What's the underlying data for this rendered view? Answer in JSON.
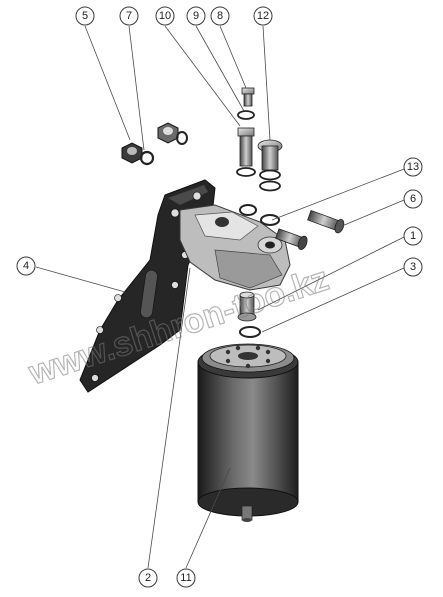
{
  "diagram": {
    "callouts": [
      {
        "id": "c5",
        "label": "5"
      },
      {
        "id": "c7",
        "label": "7"
      },
      {
        "id": "c10",
        "label": "10"
      },
      {
        "id": "c9",
        "label": "9"
      },
      {
        "id": "c8",
        "label": "8"
      },
      {
        "id": "c12",
        "label": "12"
      },
      {
        "id": "c13",
        "label": "13"
      },
      {
        "id": "c6",
        "label": "6"
      },
      {
        "id": "c1",
        "label": "1"
      },
      {
        "id": "c3",
        "label": "3"
      },
      {
        "id": "c4",
        "label": "4"
      },
      {
        "id": "c2",
        "label": "2"
      },
      {
        "id": "c11",
        "label": "11"
      }
    ]
  },
  "watermark": {
    "text": "www.shhron-too.kz"
  },
  "colors": {
    "metal_dark": "#2b2b2b",
    "metal_mid": "#6e6e6e",
    "metal_light": "#c9c9c9",
    "line": "#3a3a3a"
  }
}
